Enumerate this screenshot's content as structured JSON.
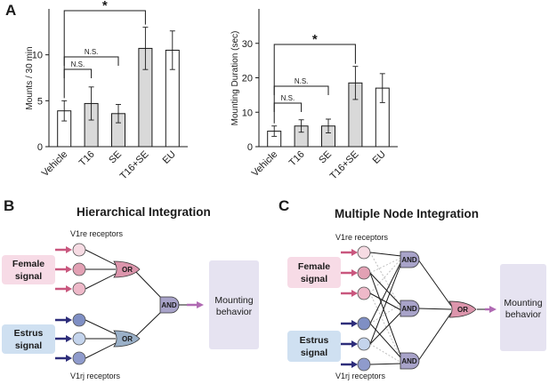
{
  "panel_letters": {
    "a": "A",
    "b": "B",
    "c": "C"
  },
  "chart_data": [
    {
      "type": "bar",
      "ylabel": "Mounts / 30 min",
      "xlabel": "",
      "categories": [
        "Vehicle",
        "T16",
        "SE",
        "T16+SE",
        "EU"
      ],
      "values": [
        3.9,
        4.7,
        3.6,
        10.7,
        10.5
      ],
      "errors": [
        1.1,
        1.8,
        1.0,
        2.3,
        2.1
      ],
      "fills": [
        "#ffffff",
        "#d9d9d9",
        "#d9d9d9",
        "#d9d9d9",
        "#ffffff"
      ],
      "ylim": [
        0,
        15
      ],
      "yticks": [
        0,
        5,
        10
      ],
      "annotations": [
        {
          "from": 0,
          "to": 1,
          "label": "N.S."
        },
        {
          "from": 0,
          "to": 2,
          "label": "N.S."
        },
        {
          "from": 0,
          "to": 3,
          "label": "*"
        }
      ]
    },
    {
      "type": "bar",
      "ylabel": "Mounting Duration (sec)",
      "xlabel": "",
      "categories": [
        "Vehicle",
        "T16",
        "SE",
        "T16+SE",
        "EU"
      ],
      "values": [
        4.5,
        6.0,
        6.0,
        18.5,
        17.0
      ],
      "errors": [
        1.5,
        1.8,
        2.0,
        4.8,
        4.2
      ],
      "fills": [
        "#ffffff",
        "#d9d9d9",
        "#d9d9d9",
        "#d9d9d9",
        "#ffffff"
      ],
      "ylim": [
        0,
        40
      ],
      "yticks": [
        0,
        10,
        20,
        30
      ],
      "annotations": [
        {
          "from": 0,
          "to": 1,
          "label": "N.S."
        },
        {
          "from": 0,
          "to": 2,
          "label": "N.S."
        },
        {
          "from": 0,
          "to": 3,
          "label": "*"
        }
      ]
    }
  ],
  "hierarchical": {
    "title": "Hierarchical Integration",
    "top_receptors": "V1re receptors",
    "bottom_receptors": "V1rj receptors",
    "female_signal": "Female\nsignal",
    "estrus_signal": "Estrus\nsignal",
    "or_label": "OR",
    "and_label": "AND",
    "behavior": "Mounting\nbehavior"
  },
  "multiple": {
    "title": "Multiple Node Integration",
    "top_receptors": "V1re receptors",
    "bottom_receptors": "V1rj receptors",
    "female_signal": "Female\nsignal",
    "estrus_signal": "Estrus\nsignal",
    "or_label": "OR",
    "and_label": "AND",
    "behavior": "Mounting\nbehavior"
  },
  "colors": {
    "female_arrow": "#c9577e",
    "estrus_arrow": "#2d2d7a",
    "female_box": "#f7dbe6",
    "estrus_box": "#cfe0f1",
    "behavior_box": "#e6e3f1",
    "out_arrow": "#b06ab3",
    "or_top": "#dc95ac",
    "or_bottom": "#9ab0c8",
    "and_gate": "#a8a3c9",
    "female_circles": [
      "#f6dbe3",
      "#e2a1b4",
      "#eeb9c9"
    ],
    "estrus_circles": [
      "#7f8fc4",
      "#c4d4ec",
      "#8f9bcc"
    ]
  }
}
